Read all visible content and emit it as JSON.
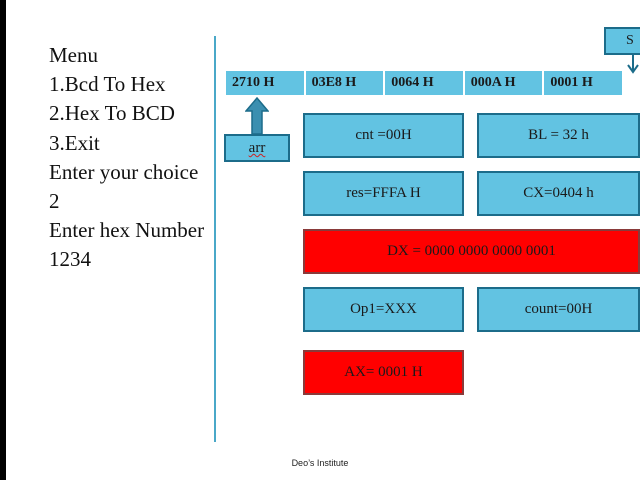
{
  "menu": {
    "lines": [
      "Menu",
      "1.Bcd To Hex",
      "2.Hex To BCD",
      "3.Exit",
      "Enter your choice",
      "2",
      "Enter hex Number",
      "1234"
    ]
  },
  "array": {
    "cells": [
      "2710 H",
      "03E8 H",
      "0064 H",
      "000A H",
      "0001 H"
    ],
    "label": "arr"
  },
  "corner_box": {
    "label": "S"
  },
  "registers": {
    "cnt": "cnt =00H",
    "bl": "BL = 32 h",
    "res": "res=FFFA H",
    "cx": "CX=0404 h",
    "dx": "DX = 0000 0000 0000 0001",
    "op1": "Op1=XXX",
    "count": "count=00H",
    "ax": "AX= 0001 H"
  },
  "footer": {
    "text": "Deo’s Institute"
  },
  "colors": {
    "box_blue": "#62c3e2",
    "box_border": "#1c6c8a",
    "highlight_red": "#ff0000",
    "divider": "#4aa8c8"
  }
}
